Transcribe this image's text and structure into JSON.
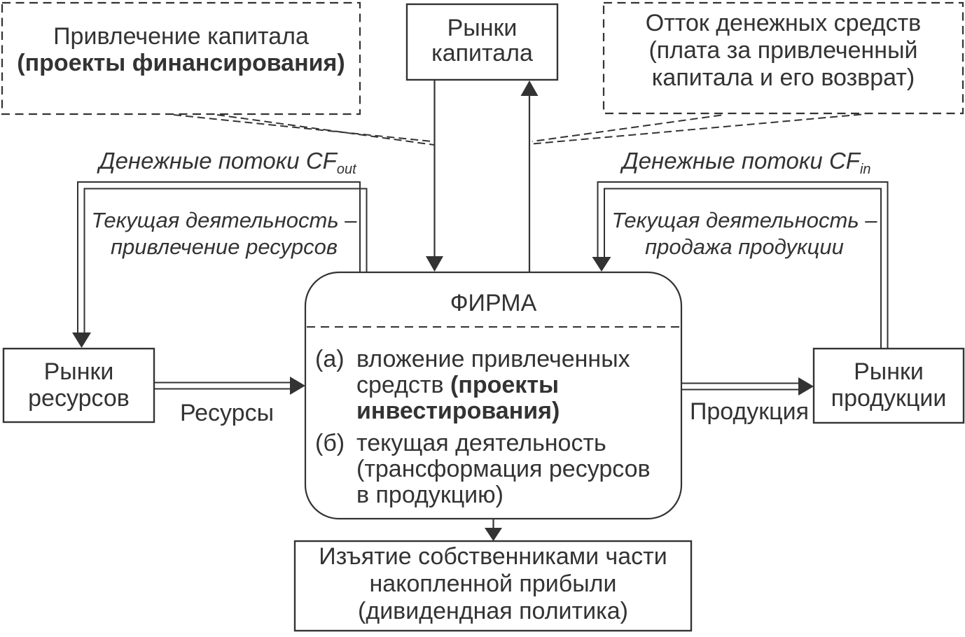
{
  "colors": {
    "ink": "#333333",
    "background": "#ffffff"
  },
  "boxes": {
    "financing": {
      "line1": "Привлечение капитала",
      "line2_bold": "(проекты финансирования)"
    },
    "capital_markets": {
      "line1": "Рынки",
      "line2": "капитала"
    },
    "outflow": {
      "line1": "Отток денежных средств",
      "line2": "(плата за привлеченный",
      "line3": "капитала и его возврат)"
    },
    "firm": {
      "title": "ФИРМА",
      "item_a": {
        "marker": "(а)",
        "line1": "вложение привлеченных",
        "line2_normal": "средств",
        "line2_bold": "(проекты",
        "line3_bold": "инвестирования)"
      },
      "item_b": {
        "marker": "(б)",
        "line1": "текущая деятельность",
        "line2": "(трансформация ресурсов",
        "line3": "в продукцию)"
      }
    },
    "resource_markets": {
      "line1": "Рынки",
      "line2": "ресурсов"
    },
    "product_markets": {
      "line1": "Рынки",
      "line2": "продукции"
    },
    "dividends": {
      "line1": "Изъятие собственниками части",
      "line2": "накопленной прибыли",
      "line3": "(дивидендная политика)"
    }
  },
  "labels": {
    "cf_out": {
      "text": "Денежные потоки CF",
      "sub": "out"
    },
    "cf_in": {
      "text": "Денежные потоки CF",
      "sub": "in"
    },
    "left_loop": {
      "line1": "Текущая деятельность –",
      "line2": "привлечение ресурсов"
    },
    "right_loop": {
      "line1": "Текущая деятельность –",
      "line2": "продажа продукции"
    },
    "resources": "Ресурсы",
    "products": "Продукция"
  }
}
